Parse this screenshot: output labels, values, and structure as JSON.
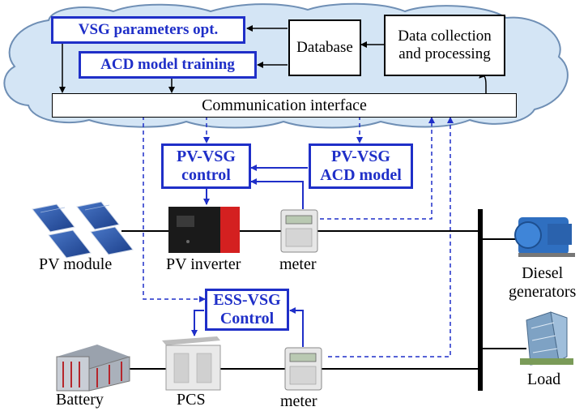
{
  "cloud": {
    "vsg_opt": "VSG parameters opt.",
    "acd_training": "ACD model training",
    "database": "Database",
    "data_collection": "Data collection\nand processing",
    "comm_interface": "Communication interface"
  },
  "control": {
    "pv_vsg_control": "PV-VSG\ncontrol",
    "pv_vsg_acd": "PV-VSG\nACD model",
    "ess_vsg_control": "ESS-VSG\nControl"
  },
  "devices": {
    "pv_module": "PV module",
    "pv_inverter": "PV inverter",
    "meter_top": "meter",
    "diesel": "Diesel\ngenerators",
    "load": "Load",
    "battery": "Battery",
    "pcs": "PCS",
    "meter_bottom": "meter"
  },
  "colors": {
    "blue": "#1f2fc8",
    "cloud_fill": "#d4e5f5",
    "cloud_stroke": "#6f8fb5"
  }
}
